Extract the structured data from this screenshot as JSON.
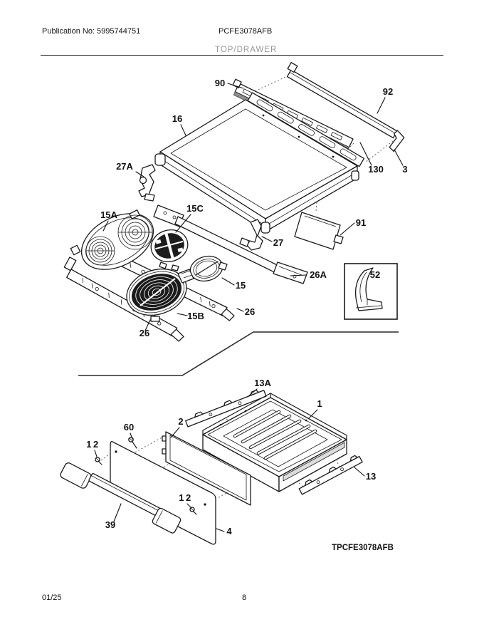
{
  "header": {
    "publication": "Publication No: 5995744751",
    "model": "PCFE3078AFB",
    "section_title": "TOP/DRAWER"
  },
  "diagram": {
    "model_code": "TPCFE3078AFB",
    "callouts": [
      {
        "label": "90"
      },
      {
        "label": "92"
      },
      {
        "label": "16"
      },
      {
        "label": "27A"
      },
      {
        "label": "130"
      },
      {
        "label": "3"
      },
      {
        "label": "91"
      },
      {
        "label": "15A"
      },
      {
        "label": "15C"
      },
      {
        "label": "27"
      },
      {
        "label": "26A"
      },
      {
        "label": "15"
      },
      {
        "label": "52"
      },
      {
        "label": "15B"
      },
      {
        "label": "26"
      },
      {
        "label": "26"
      },
      {
        "label": "13A"
      },
      {
        "label": "1"
      },
      {
        "label": "2"
      },
      {
        "label": "60"
      },
      {
        "label": "12"
      },
      {
        "label": "12"
      },
      {
        "label": "39"
      },
      {
        "label": "4"
      },
      {
        "label": "13"
      }
    ]
  },
  "footer": {
    "date": "01/25",
    "page": "8"
  },
  "colors": {
    "ink": "#1a1a1a",
    "muted_title": "#98989a",
    "element_dark": "#1b1b1b"
  }
}
